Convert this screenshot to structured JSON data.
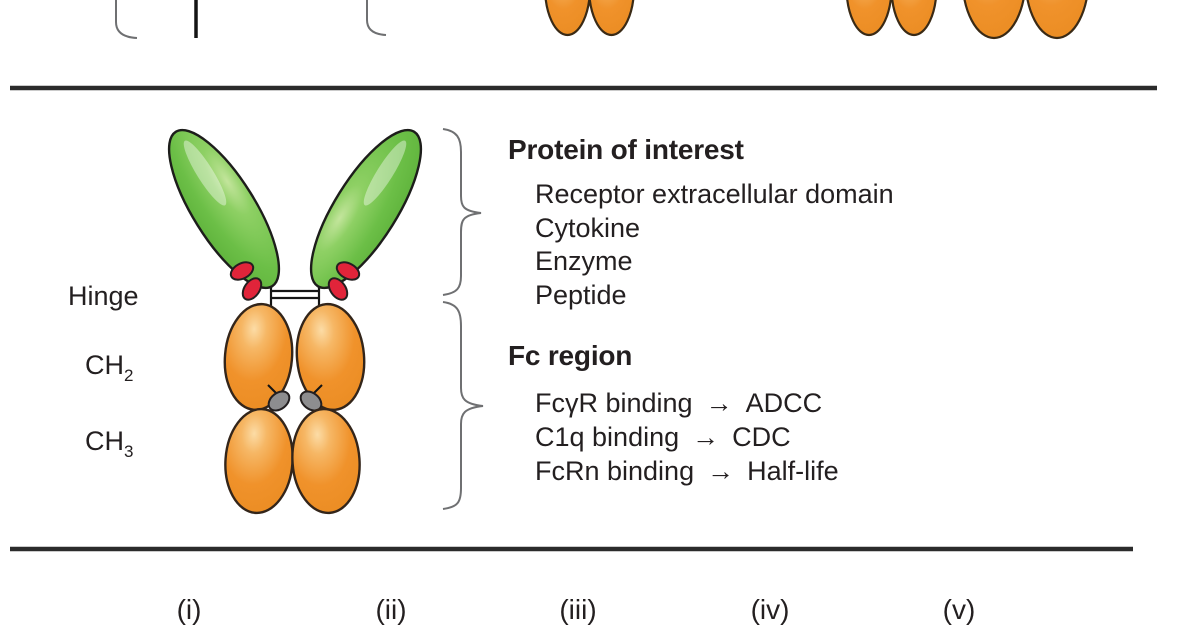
{
  "figure": {
    "left_labels": {
      "hinge": "Hinge",
      "ch2": {
        "base": "CH",
        "sub": "2"
      },
      "ch3": {
        "base": "CH",
        "sub": "3"
      }
    },
    "protein_of_interest": {
      "title": "Protein of interest",
      "items": [
        "Receptor extracellular domain",
        "Cytokine",
        "Enzyme",
        "Peptide"
      ]
    },
    "fc_region": {
      "title": "Fc region",
      "items": [
        {
          "binding": "FcγR binding",
          "arrow": "→",
          "effect": "ADCC"
        },
        {
          "binding": "C1q binding",
          "arrow": "→",
          "effect": "CDC"
        },
        {
          "binding": "FcRn binding",
          "arrow": "→",
          "effect": "Half-life"
        }
      ]
    },
    "panel_labels": [
      "(i)",
      "(ii)",
      "(iii)",
      "(iv)",
      "(v)"
    ],
    "colors": {
      "green_domain": "#6cbf47",
      "orange_fc": "#f0922b",
      "red_oligosaccharide": "#e1243a",
      "gray_glycan": "#8d8d8f",
      "outline": "#231f20",
      "text": "#231f20",
      "divider": "#2b2b2b",
      "brace": "#6f7072"
    }
  }
}
